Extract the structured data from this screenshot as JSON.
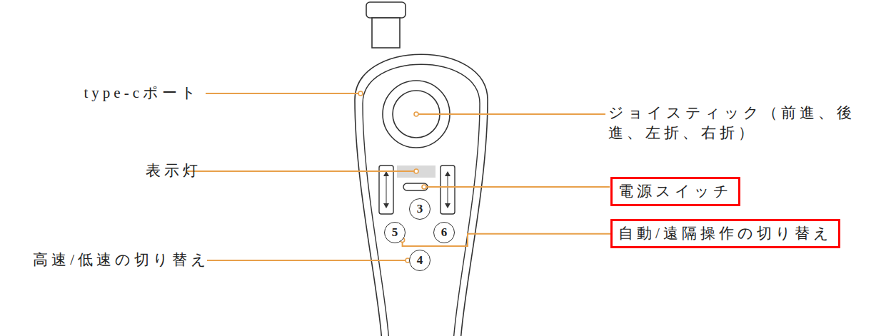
{
  "diagram": {
    "nodes": [
      {
        "text": [
          "電源スイッチ"
        ]
      },
      {
        "text": [
          "3"
        ]
      },
      {
        "text": [
          "5"
        ]
      },
      {
        "text": [
          "6"
        ]
      },
      {
        "text": [
          "自動/遠隔操作の切り替え"
        ]
      },
      {
        "text": [
          "4"
        ]
      }
    ],
    "edges": [
      {
        "from": 4,
        "to": 2,
        "arrow": "none"
      }
    ],
    "labels": [
      "type-cポート",
      "ジョイスティック（前進、後進、左折、右折）",
      "表示灯",
      "高速/低速の切り替え"
    ]
  }
}
